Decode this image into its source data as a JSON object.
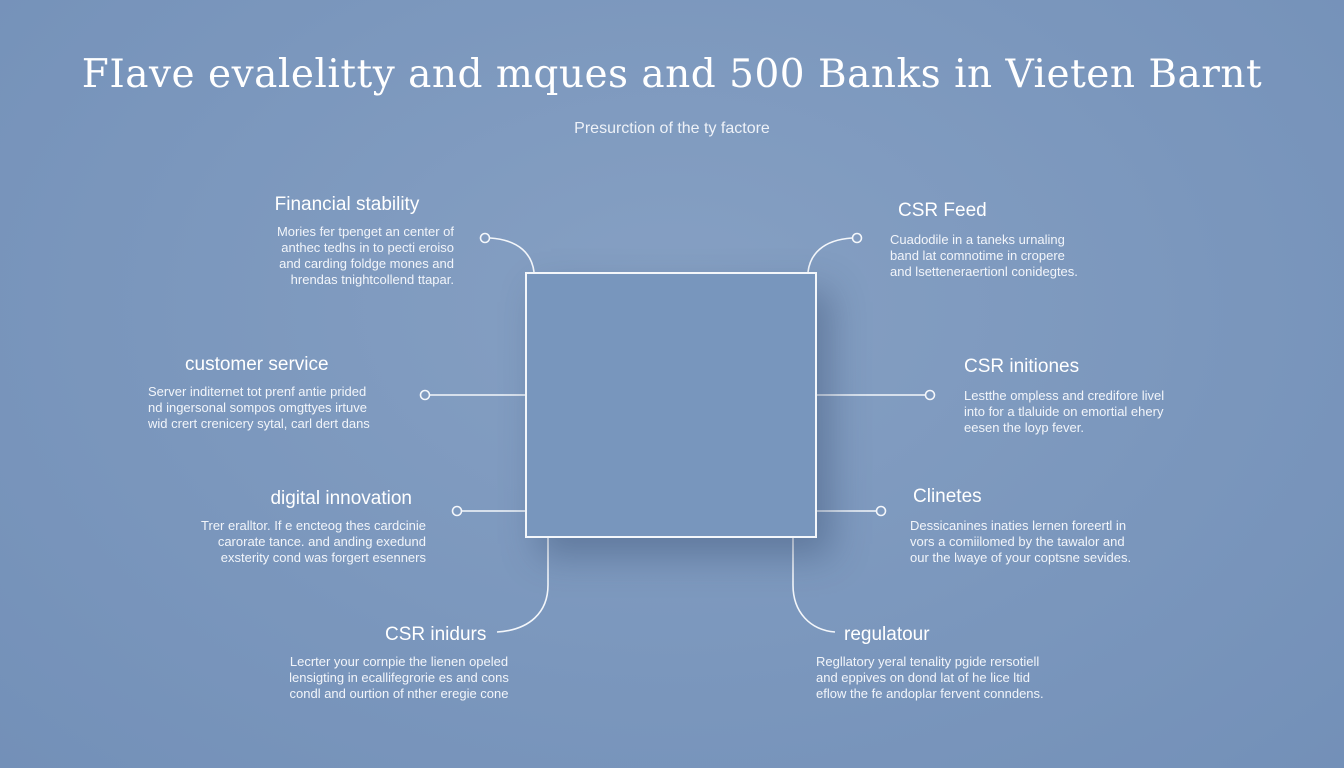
{
  "title": "FIave evalelitty and mques and 500 Banks in Vieten Barnt",
  "subtitle": "Presurction of the ty factore",
  "nodes": {
    "financial": {
      "heading": "Financial stability",
      "text": "Mories fer tpenget an center of\nanthec tedhs in to pecti eroiso\nand carding foldge mones and\nhrendas tnightcollend ttapar."
    },
    "customer": {
      "heading": "customer service",
      "text": "Server inditernet tot prenf antie prided\nnd ingersonal sompos omgttyes irtuve\nwid crert crenicery sytal, carl dert dans"
    },
    "digital": {
      "heading": "digital innovation",
      "text": "Trer eralltor. If e encteog thes cardcinie\ncarorate tance. and anding exedund\nexsterity cond was forgert esenners"
    },
    "csr_indurs": {
      "heading": "CSR inidurs",
      "text": "Lecrter your cornpie the lienen opeled\nlensigting in ecallifegrorie es and cons\ncondl and ourtion of nther eregie cone"
    },
    "csr_feed": {
      "heading": "CSR Feed",
      "text": "Cuadodile in a taneks urnaling\nband lat comnotime in cropere\nand lsetteneraertionl conidegtes."
    },
    "csr_initiones": {
      "heading": "CSR initiones",
      "text": "Lestthe ompless and credifore livel\ninto for a tlaluide on emortial ehery\neesen the loyp fever."
    },
    "clinetes": {
      "heading": "Clinetes",
      "text": "Dessicanines inaties lernen foreertl in\nvors a comiilomed by the tawalor and\nour the lwaye of your coptsne sevides."
    },
    "regulatour": {
      "heading": "regulatour",
      "text": "Regllatory yeral tenality pgide rersotiell\nand eppives on dond lat of he lice ltid\neflow the fe andoplar fervent conndens."
    }
  },
  "colors": {
    "background": "#7b97bd",
    "center_box": "#7896bd",
    "line": "#f4f7fb",
    "text": "#ffffff"
  }
}
